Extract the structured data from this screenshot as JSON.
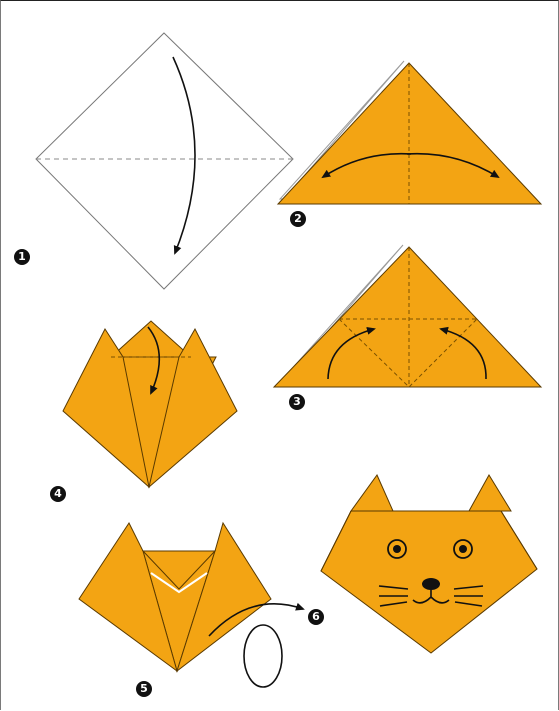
{
  "colors": {
    "paper": "#f3a413",
    "paper_shade": "#e8950c",
    "outline": "#5a3a00",
    "badge": "#111111",
    "white_paper": "#ffffff"
  },
  "steps": [
    {
      "number": "1"
    },
    {
      "number": "2"
    },
    {
      "number": "3"
    },
    {
      "number": "4"
    },
    {
      "number": "5"
    },
    {
      "number": "6"
    }
  ]
}
